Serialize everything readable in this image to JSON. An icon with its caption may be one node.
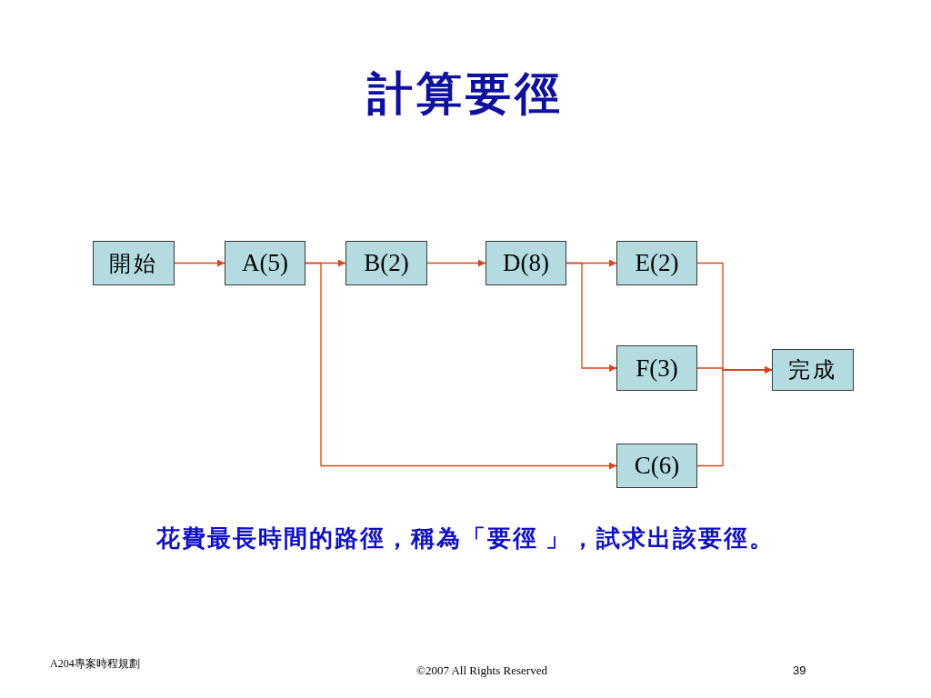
{
  "diagram": {
    "title": "計算要徑",
    "caption": "花費最長時間的路徑，稱為「要徑 」，試求出該要徑。",
    "nodes": [
      {
        "text": [
          "開始"
        ]
      },
      {
        "text": [
          "A(5)"
        ]
      },
      {
        "text": [
          "B(2)"
        ]
      },
      {
        "text": [
          "D(8)"
        ]
      },
      {
        "text": [
          "E(2)"
        ]
      },
      {
        "text": [
          "F(3)"
        ]
      },
      {
        "text": [
          "完成"
        ]
      },
      {
        "text": [
          "C(6)"
        ]
      }
    ],
    "edges": [
      {
        "from": 0,
        "to": 1,
        "arrow": "to"
      },
      {
        "from": 1,
        "to": 2,
        "arrow": "to"
      },
      {
        "from": 1,
        "to": 7,
        "arrow": "to"
      },
      {
        "from": 2,
        "to": 3,
        "arrow": "to"
      },
      {
        "from": 3,
        "to": 4,
        "arrow": "to"
      },
      {
        "from": 3,
        "to": 5,
        "arrow": "to"
      },
      {
        "from": 4,
        "to": 6,
        "arrow": "to"
      },
      {
        "from": 5,
        "to": 6,
        "arrow": "to"
      },
      {
        "from": 7,
        "to": 6,
        "arrow": "to"
      }
    ],
    "labels": [
      "A204專案時程規劃",
      "©2007 All Rights Reserved",
      "39"
    ]
  }
}
